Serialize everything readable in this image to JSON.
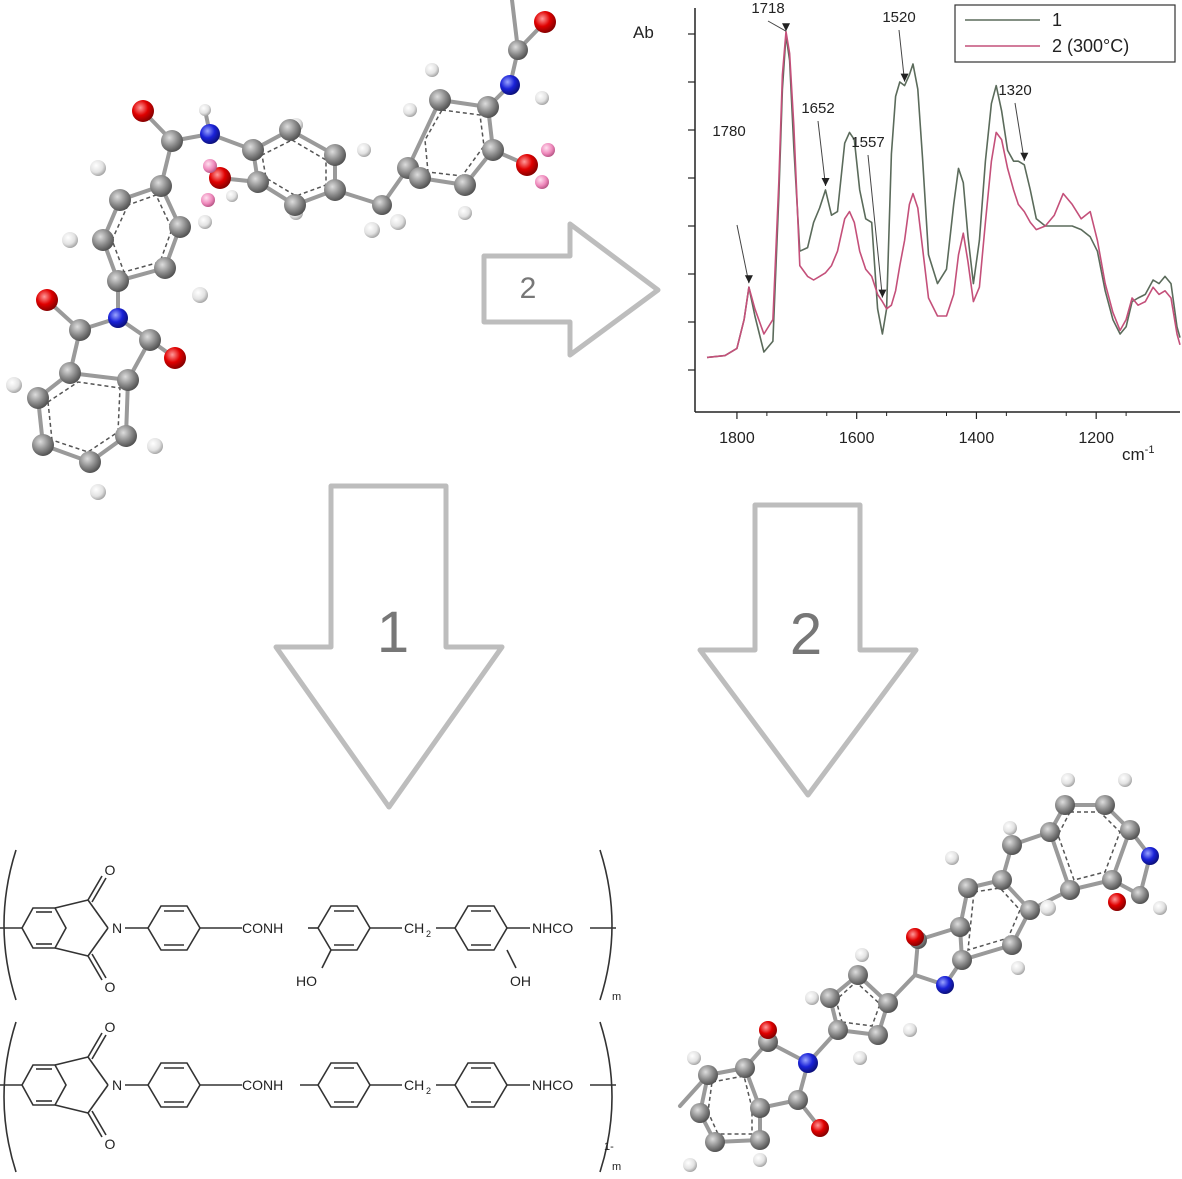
{
  "colors": {
    "carbon": "#7f7f7f",
    "hydrogen": "#eeeeee",
    "oxygen": "#e00000",
    "nitrogen": "#1520d8",
    "hbond": "#ee88bb",
    "trace1": "#5b6b5b",
    "trace2": "#c4507a",
    "arrow": "#bdbdbd",
    "axis": "#222222",
    "text": "#222222"
  },
  "icons": {
    "bond": "line",
    "atom": "sphere",
    "arrow": "block-arrow"
  },
  "arrows": {
    "top": "2",
    "left": "1",
    "right": "2"
  },
  "chart_data": {
    "type": "line",
    "ylabel": "Ab",
    "xlabel": "cm-1",
    "xlim": [
      1850,
      1060
    ],
    "ylim": [
      0,
      1
    ],
    "xticks": [
      1800,
      1600,
      1400,
      1200
    ],
    "legend": {
      "placement": "top-right",
      "entries": [
        "1",
        "2 (300°C)"
      ]
    },
    "series": [
      {
        "name": "1",
        "color": "#5b6b5b",
        "x": [
          1850,
          1820,
          1800,
          1788,
          1780,
          1770,
          1755,
          1740,
          1730,
          1724,
          1718,
          1712,
          1705,
          1695,
          1682,
          1672,
          1662,
          1652,
          1642,
          1632,
          1620,
          1612,
          1604,
          1595,
          1585,
          1575,
          1565,
          1557,
          1550,
          1542,
          1535,
          1528,
          1520,
          1512,
          1506,
          1498,
          1490,
          1480,
          1465,
          1450,
          1438,
          1430,
          1422,
          1414,
          1405,
          1395,
          1385,
          1375,
          1367,
          1358,
          1348,
          1338,
          1330,
          1320,
          1310,
          1300,
          1285,
          1270,
          1255,
          1240,
          1225,
          1210,
          1198,
          1185,
          1172,
          1160,
          1150,
          1140,
          1130,
          1118,
          1105,
          1095,
          1085,
          1075,
          1065,
          1060
        ],
        "y": [
          0.035,
          0.04,
          0.06,
          0.14,
          0.23,
          0.15,
          0.05,
          0.08,
          0.48,
          0.78,
          0.93,
          0.86,
          0.62,
          0.33,
          0.34,
          0.41,
          0.45,
          0.5,
          0.43,
          0.44,
          0.63,
          0.66,
          0.64,
          0.5,
          0.42,
          0.41,
          0.17,
          0.1,
          0.17,
          0.6,
          0.76,
          0.8,
          0.79,
          0.82,
          0.85,
          0.78,
          0.59,
          0.32,
          0.24,
          0.28,
          0.46,
          0.56,
          0.52,
          0.37,
          0.24,
          0.36,
          0.58,
          0.74,
          0.79,
          0.72,
          0.61,
          0.58,
          0.58,
          0.57,
          0.5,
          0.42,
          0.4,
          0.4,
          0.4,
          0.4,
          0.39,
          0.37,
          0.33,
          0.22,
          0.14,
          0.1,
          0.12,
          0.19,
          0.2,
          0.21,
          0.25,
          0.24,
          0.26,
          0.24,
          0.12,
          0.09
        ]
      },
      {
        "name": "2 (300°C)",
        "color": "#c4507a",
        "x": [
          1850,
          1820,
          1800,
          1788,
          1780,
          1770,
          1755,
          1740,
          1730,
          1724,
          1718,
          1712,
          1705,
          1695,
          1682,
          1672,
          1662,
          1652,
          1642,
          1632,
          1620,
          1612,
          1604,
          1595,
          1585,
          1575,
          1565,
          1557,
          1550,
          1542,
          1535,
          1528,
          1520,
          1512,
          1506,
          1498,
          1490,
          1480,
          1465,
          1450,
          1438,
          1430,
          1422,
          1414,
          1405,
          1395,
          1385,
          1375,
          1367,
          1358,
          1348,
          1338,
          1330,
          1320,
          1310,
          1300,
          1285,
          1270,
          1255,
          1240,
          1225,
          1210,
          1198,
          1185,
          1172,
          1160,
          1150,
          1140,
          1130,
          1118,
          1105,
          1095,
          1085,
          1075,
          1065,
          1060
        ],
        "y": [
          0.035,
          0.04,
          0.06,
          0.14,
          0.23,
          0.17,
          0.1,
          0.14,
          0.52,
          0.82,
          0.94,
          0.88,
          0.68,
          0.29,
          0.26,
          0.25,
          0.26,
          0.27,
          0.29,
          0.33,
          0.42,
          0.44,
          0.41,
          0.33,
          0.28,
          0.26,
          0.21,
          0.19,
          0.17,
          0.18,
          0.22,
          0.29,
          0.36,
          0.46,
          0.49,
          0.45,
          0.34,
          0.2,
          0.15,
          0.15,
          0.21,
          0.32,
          0.38,
          0.3,
          0.19,
          0.23,
          0.41,
          0.58,
          0.66,
          0.64,
          0.56,
          0.5,
          0.46,
          0.44,
          0.41,
          0.39,
          0.4,
          0.43,
          0.49,
          0.46,
          0.42,
          0.44,
          0.36,
          0.24,
          0.16,
          0.11,
          0.14,
          0.2,
          0.18,
          0.19,
          0.23,
          0.21,
          0.22,
          0.2,
          0.1,
          0.07
        ]
      }
    ],
    "annotations": [
      {
        "text": "1780",
        "x": 1780,
        "y": 0.23
      },
      {
        "text": "1718",
        "x": 1718,
        "y": 0.93
      },
      {
        "text": "1652",
        "x": 1652,
        "y": 0.5
      },
      {
        "text": "1557",
        "x": 1557,
        "y": 0.19
      },
      {
        "text": "1520",
        "x": 1520,
        "y": 0.79
      },
      {
        "text": "1320",
        "x": 1320,
        "y": 0.57
      }
    ]
  },
  "formula": {
    "imide_o": "O",
    "amide_unit": "CONH",
    "methylene": "CH",
    "methylene_sub": "2",
    "end_amide": "NHCO",
    "hydroxyl_left": "HO",
    "hydroxyl_right": "OH",
    "sub_m": "m",
    "sub_1m_top": "1-",
    "sub_1m_bot": "m"
  }
}
